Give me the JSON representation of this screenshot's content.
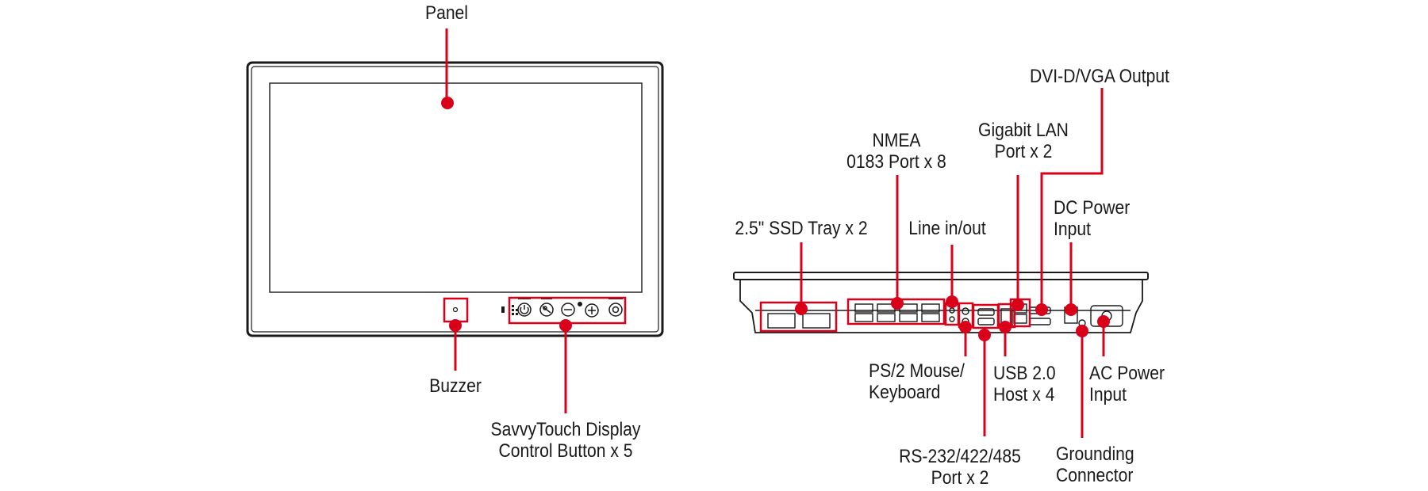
{
  "colors": {
    "callout": "#d90019",
    "outline": "#1a1a1a",
    "label": "#1a1a1a"
  },
  "front_view": {
    "panel_label": "Panel",
    "buzzer_label": "Buzzer",
    "savvytouch_label": [
      "SavvyTouch Display",
      "Control Button x 5"
    ]
  },
  "rear_view": {
    "ssd_tray_label": "2.5\" SSD Tray x 2",
    "nmea_label": [
      "NMEA",
      "0183 Port x 8"
    ],
    "line_io_label": "Line in/out",
    "gigabit_lan_label": [
      "Gigabit LAN",
      "Port x 2"
    ],
    "dvi_vga_label": "DVI-D/VGA Output",
    "dc_power_label": [
      "DC Power",
      "Input"
    ],
    "ps2_label": [
      "PS/2 Mouse/",
      "Keyboard"
    ],
    "usb_label": [
      "USB 2.0",
      "Host x 4"
    ],
    "ac_power_label": [
      "AC Power",
      "Input"
    ],
    "rs232_label": [
      "RS-232/422/485",
      "Port x 2"
    ],
    "grounding_label": [
      "Grounding",
      "Connector"
    ]
  }
}
